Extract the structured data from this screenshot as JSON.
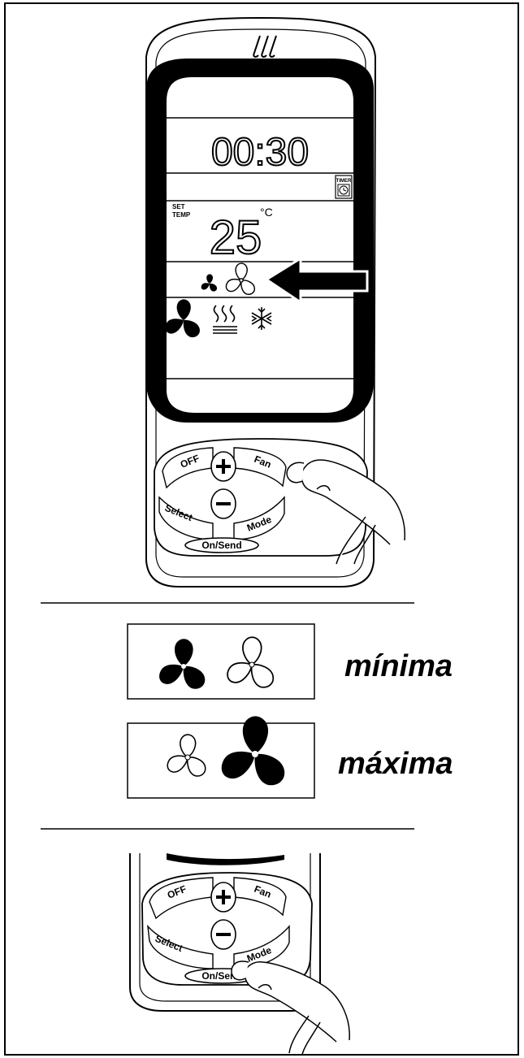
{
  "display": {
    "clock": "00:30",
    "timer_label": "TIMER",
    "set_label_1": "SET",
    "set_label_2": "TEMP",
    "temperature": "25",
    "temp_unit": "°C"
  },
  "buttons": {
    "off": "OFF",
    "fan": "Fan",
    "select": "Select",
    "mode": "Mode",
    "on_send": "On/Send",
    "plus": "+",
    "minus": "−"
  },
  "legend": {
    "min_label": "mínima",
    "max_label": "máxima"
  },
  "icons": [
    "fan-small-filled-icon",
    "fan-small-outline-icon",
    "fan-mode-icon",
    "heat-mode-icon",
    "cool-mode-icon",
    "timer-clock-icon",
    "arrow-left-icon",
    "pointing-hand-icon"
  ],
  "colors": {
    "ink": "#000000",
    "paper": "#ffffff"
  }
}
